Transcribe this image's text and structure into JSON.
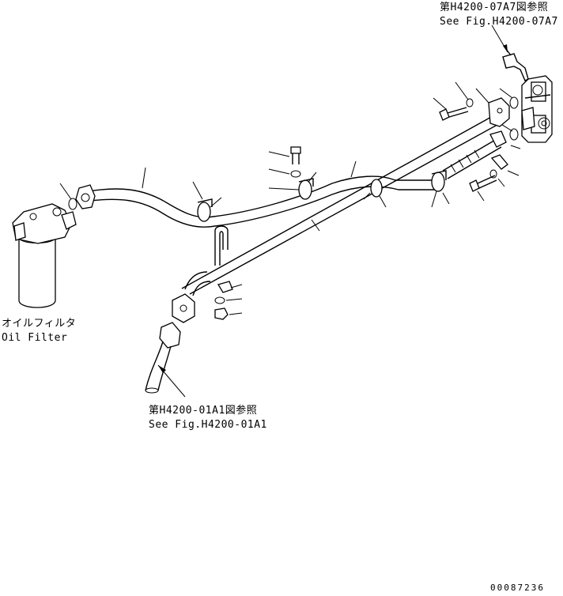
{
  "references": {
    "top_right": {
      "line1": "第H4200-07A7図参照",
      "line2": "See Fig.H4200-07A7"
    },
    "bottom": {
      "line1": "第H4200-01A1図参照",
      "line2": "See Fig.H4200-01A1"
    }
  },
  "oil_filter": {
    "label_jp": "オイルフィルタ",
    "label_en": "Oil Filter"
  },
  "drawing_number": "00087236"
}
